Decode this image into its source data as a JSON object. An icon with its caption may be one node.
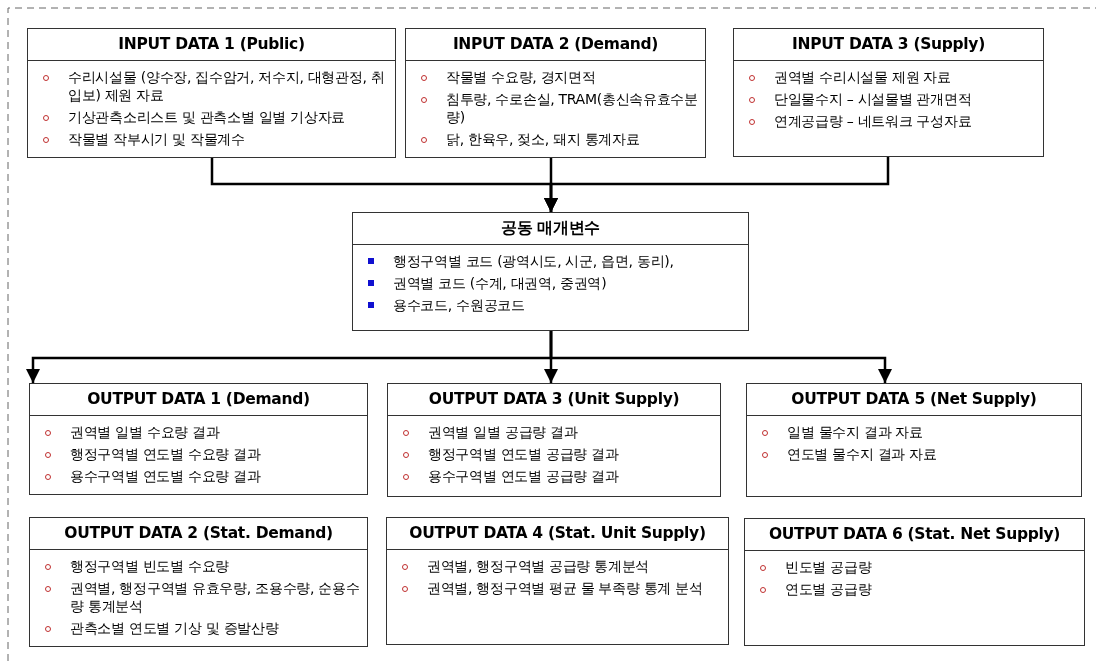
{
  "diagram": {
    "nodes": [
      {
        "text": [
          "INPUT DATA 1 (Public)",
          "수리시설물 (양수장, 집수암거, 저수지, 대형관정, 취입보) 제원 자료",
          "기상관측소리스트 및 관측소별 일별 기상자료",
          "작물별 작부시기 및 작물계수"
        ]
      },
      {
        "text": [
          "INPUT DATA 2 (Demand)",
          "작물별 수요량, 경지면적",
          "침투량, 수로손실, TRAM(총신속유효수분량)",
          "닭, 한육우, 젖소, 돼지 통계자료"
        ]
      },
      {
        "text": [
          "INPUT DATA 3 (Supply)",
          "권역별 수리시설물 제원 자료",
          "단일물수지 – 시설물별 관개면적",
          "연계공급량 – 네트워크 구성자료"
        ]
      },
      {
        "text": [
          "공동 매개변수",
          "행정구역별 코드 (광역시도, 시군, 읍면, 동리),",
          "권역별 코드 (수계, 대권역, 중권역)",
          "용수코드, 수원공코드"
        ]
      },
      {
        "text": [
          "OUTPUT DATA 1 (Demand)",
          "권역별 일별 수요량 결과",
          "행정구역별 연도별 수요량 결과",
          "용수구역별 연도별 수요량 결과"
        ]
      },
      {
        "text": [
          "OUTPUT DATA 3 (Unit Supply)",
          "권역별 일별 공급량 결과",
          "행정구역별 연도별 공급량 결과",
          "용수구역별 연도별 공급량 결과"
        ]
      },
      {
        "text": [
          "OUTPUT DATA 5 (Net Supply)",
          "일별 물수지 결과 자료",
          "연도별 물수지 결과 자료"
        ]
      },
      {
        "text": [
          "OUTPUT DATA 2 (Stat. Demand)",
          "행정구역별 빈도별 수요량",
          "권역별, 행정구역별 유효우량, 조용수량, 순용수량 통계분석",
          "관측소별 연도별 기상 및 증발산량"
        ]
      },
      {
        "text": [
          "OUTPUT DATA 4 (Stat. Unit Supply)",
          "권역별, 행정구역별 공급량 통계분석",
          "권역별, 행정구역별 평균 물 부족량 통계 분석"
        ]
      },
      {
        "text": [
          "OUTPUT DATA 6 (Stat. Net Supply)",
          "빈도별 공급량",
          "연도별 공급량"
        ]
      }
    ],
    "edges": [
      {
        "from": 0,
        "to": 3,
        "arrow": "to"
      },
      {
        "from": 1,
        "to": 3,
        "arrow": "to"
      },
      {
        "from": 2,
        "to": 3,
        "arrow": "to"
      },
      {
        "from": 3,
        "to": 4,
        "arrow": "to"
      },
      {
        "from": 3,
        "to": 5,
        "arrow": "to"
      },
      {
        "from": 3,
        "to": 6,
        "arrow": "to"
      }
    ]
  }
}
